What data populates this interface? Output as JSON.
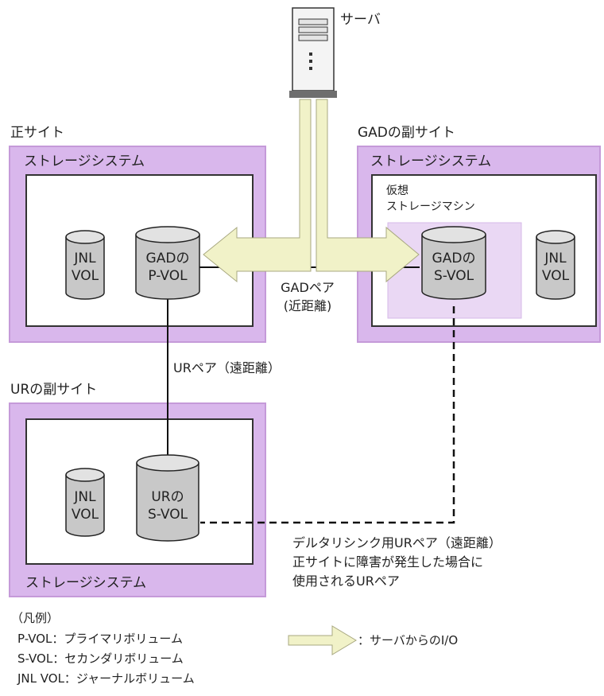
{
  "server": {
    "label": "サーバ"
  },
  "primary_site": {
    "title": "正サイト",
    "storage_label": "ストレージシステム",
    "jnl_vol": [
      "JNL",
      "VOL"
    ],
    "gad_pvol": [
      "GADの",
      "P-VOL"
    ]
  },
  "gad_secondary_site": {
    "title": "GADの副サイト",
    "storage_label": "ストレージシステム",
    "virtual_storage": [
      "仮想",
      "ストレージマシン"
    ],
    "gad_svol": [
      "GADの",
      "S-VOL"
    ],
    "jnl_vol": [
      "JNL",
      "VOL"
    ]
  },
  "gad_pair": {
    "label": "GADペア",
    "distance": "(近距離)"
  },
  "ur_pair": {
    "label": "URペア（遠距離）"
  },
  "ur_secondary_site": {
    "title": "URの副サイト",
    "storage_label": "ストレージシステム",
    "jnl_vol": [
      "JNL",
      "VOL"
    ],
    "ur_svol": [
      "URの",
      "S-VOL"
    ]
  },
  "delta_resync": {
    "lines": [
      "デルタリシンク用URペア（遠距離）",
      "正サイトに障害が発生した場合に",
      "使用されるURペア"
    ]
  },
  "legend": {
    "title": "（凡例）",
    "entries": [
      "P-VOL：プライマリボリューム",
      "S-VOL：セカンダリボリューム",
      "JNL VOL：ジャーナルボリューム"
    ],
    "arrow_label": "：サーバからのI/O"
  },
  "colors": {
    "site_fill": "#d9b7ec",
    "site_border": "#c59ad9",
    "virtual_fill": "#ead8f4",
    "arrow_fill": "#f1f2c8",
    "arrow_stroke": "#a8a880",
    "cylinder_fill": "#c8c8c8",
    "line": "#111111"
  }
}
